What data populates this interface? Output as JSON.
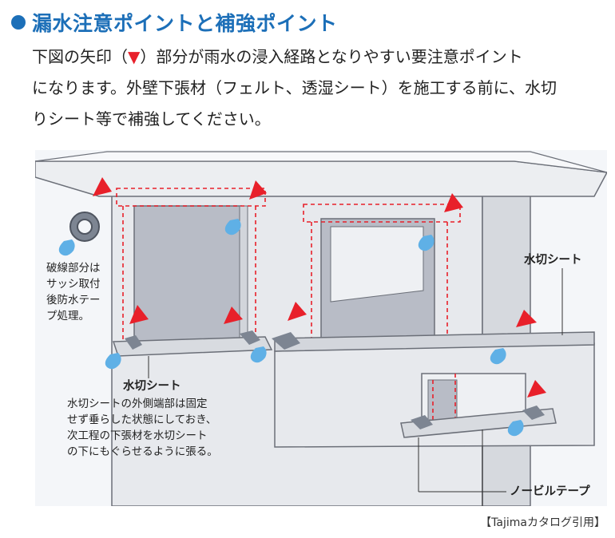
{
  "header": {
    "title": "漏水注意ポイントと補強ポイント"
  },
  "intro": {
    "line1_before": "下図の矢印（",
    "line1_arrow": "▼",
    "line1_after": "）部分が雨水の浸入経路となりやすい要注意ポイント",
    "line2": "になります。外壁下張材（フェルト、透湿シート）を施工する前に、水切",
    "line3": "りシート等で補強してください。"
  },
  "labels": {
    "broken_line_note": [
      "破線部分は",
      "サッシ取付",
      "後防水テー",
      "プ処理。"
    ],
    "water_sheet_right": "水切シート",
    "water_sheet_left": "水切シート",
    "water_sheet_note": [
      "水切シートの外側端部は固定",
      "せず垂らした状態にしておき、",
      "次工程の下張材を水切シート",
      "の下にもぐらせるように張る。"
    ],
    "novil_tape": "ノービルテープ"
  },
  "credit": "【Tajimaカタログ引用】",
  "colors": {
    "accent_blue": "#1c6fb8",
    "arrow_red": "#e8202a",
    "water_drop": "#5fb0e6",
    "wall": "#e6e8ec",
    "window_glass": "#b8bcc6"
  }
}
